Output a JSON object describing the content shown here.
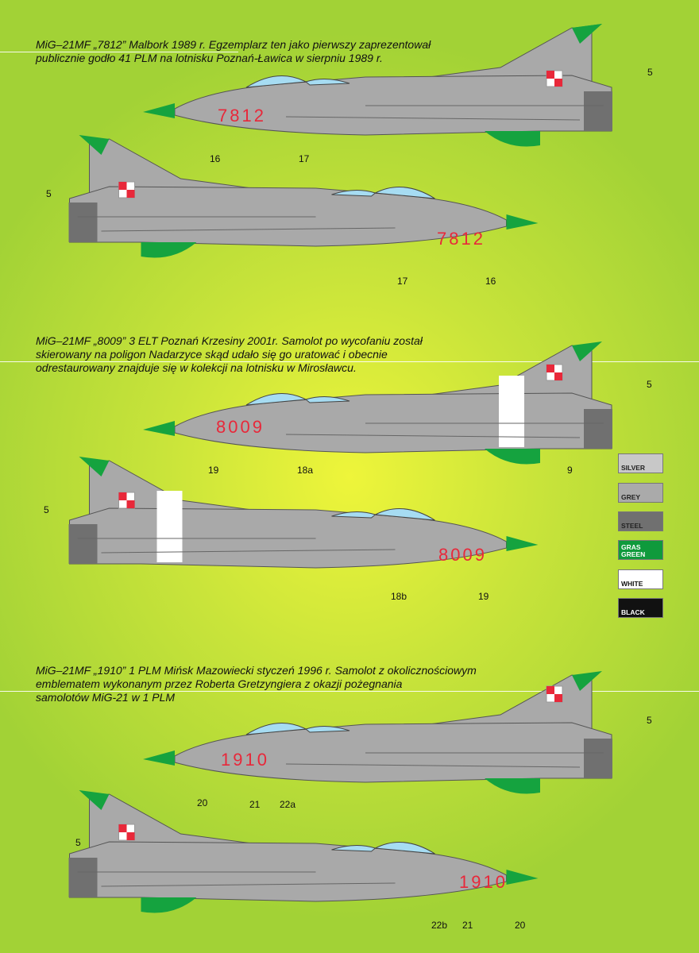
{
  "sections": [
    {
      "caption": [
        "MiG–21MF „7812” Malbork 1989 r. Egzemplarz ten jako pierwszy zaprezentował",
        "publicznie godło 41 PLM na lotnisku Poznań-Ławica w sierpniu 1989 r."
      ],
      "left_view": {
        "code": "7812",
        "callouts": [
          "5",
          "16",
          "17"
        ]
      },
      "right_view": {
        "code": "7812",
        "callouts": [
          "5",
          "17",
          "16"
        ]
      }
    },
    {
      "caption": [
        "MiG–21MF „8009” 3 ELT Poznań Krzesiny 2001r. Samolot po wycofaniu został",
        "skierowany na poligon Nadarzyce skąd udało się go uratować i obecnie",
        "odrestaurowany znajduje się w kolekcji na lotnisku w Mirosławcu."
      ],
      "left_view": {
        "code": "8009",
        "callouts": [
          "5",
          "19",
          "18a",
          "9"
        ]
      },
      "right_view": {
        "code": "8009",
        "callouts": [
          "5",
          "18b",
          "19"
        ]
      }
    },
    {
      "caption": [
        "MiG–21MF „1910” 1 PLM Mińsk Mazowiecki styczeń 1996 r. Samolot z okolicznościowym",
        "emblematem wykonanym przez Roberta Gretzyngiera z okazji pożegnania",
        "samolotów MiG-21 w 1 PLM"
      ],
      "left_view": {
        "code": "1910",
        "callouts": [
          "5",
          "20",
          "21",
          "22a"
        ]
      },
      "right_view": {
        "code": "1910",
        "callouts": [
          "5",
          "22b",
          "21",
          "20"
        ]
      }
    }
  ],
  "legend": [
    {
      "label": "SILVER",
      "color": "#c8c8c8",
      "text_color": "#222222"
    },
    {
      "label": "GREY",
      "color": "#aaaaaa",
      "text_color": "#222222"
    },
    {
      "label": "STEEL",
      "color": "#707070",
      "text_color": "#222222"
    },
    {
      "label": "GRAS GREEN",
      "color": "#0f9a3c",
      "text_color": "#ffffff"
    },
    {
      "label": "WHITE",
      "color": "#ffffff",
      "text_color": "#111111"
    },
    {
      "label": "BLACK",
      "color": "#111111",
      "text_color": "#ffffff"
    }
  ],
  "colors": {
    "background": "#b6dc38",
    "fuselage": "#a9a9a9",
    "nose_green": "#15a33f",
    "code_red": "#e8283a"
  }
}
